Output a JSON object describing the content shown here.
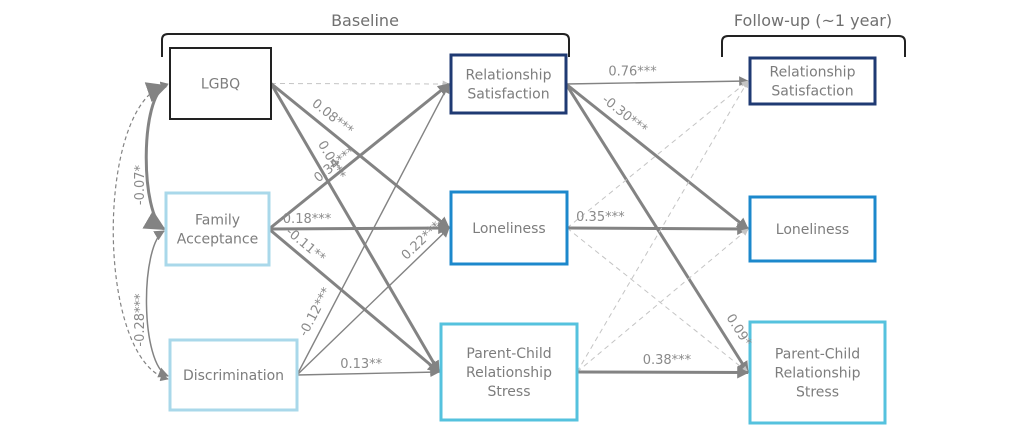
{
  "groups": {
    "baseline": {
      "title": "Baseline"
    },
    "followup": {
      "title": "Follow-up (~1 year)"
    }
  },
  "colors": {
    "lgbq": "#222222",
    "predictor_light_blue": "#a9d8ea",
    "relationship_satisfaction": "#1f3a73",
    "loneliness": "#1c88cc",
    "parent_child_stress": "#55c2de",
    "path_solid": "#838383",
    "path_nonsig": "#c4c4c4"
  },
  "nodes": {
    "lgbq": {
      "label": [
        "LGBQ"
      ]
    },
    "family_acceptance": {
      "label": [
        "Family",
        "Acceptance"
      ]
    },
    "discrimination": {
      "label": [
        "Discrimination"
      ]
    },
    "rs_baseline": {
      "label": [
        "Relationship",
        "Satisfaction"
      ]
    },
    "loneliness_baseline": {
      "label": [
        "Loneliness"
      ]
    },
    "pcrs_baseline": {
      "label": [
        "Parent-Child",
        "Relationship",
        "Stress"
      ]
    },
    "rs_followup": {
      "label": [
        "Relationship",
        "Satisfaction"
      ]
    },
    "loneliness_followup": {
      "label": [
        "Loneliness"
      ]
    },
    "pcrs_followup": {
      "label": [
        "Parent-Child",
        "Relationship",
        "Stress"
      ]
    }
  },
  "paths": [
    {
      "from": "lgbq",
      "to": "rs_baseline",
      "coef": "",
      "significant": false,
      "weight": "thin"
    },
    {
      "from": "lgbq",
      "to": "loneliness_baseline",
      "coef": "0.08***",
      "significant": true,
      "weight": "thick"
    },
    {
      "from": "lgbq",
      "to": "pcrs_baseline",
      "coef": "0.04**",
      "significant": true,
      "weight": "thick"
    },
    {
      "from": "family_acceptance",
      "to": "rs_baseline",
      "coef": "0.34***",
      "significant": true,
      "weight": "thick"
    },
    {
      "from": "family_acceptance",
      "to": "loneliness_baseline",
      "coef": "-0.18***",
      "significant": true,
      "weight": "thick"
    },
    {
      "from": "family_acceptance",
      "to": "pcrs_baseline",
      "coef": "-0.11**",
      "significant": true,
      "weight": "thick"
    },
    {
      "from": "discrimination",
      "to": "rs_baseline",
      "coef": "-0.12***",
      "significant": true,
      "weight": "thin"
    },
    {
      "from": "discrimination",
      "to": "loneliness_baseline",
      "coef": "0.22***",
      "significant": true,
      "weight": "thin"
    },
    {
      "from": "discrimination",
      "to": "pcrs_baseline",
      "coef": "0.13**",
      "significant": true,
      "weight": "thin"
    },
    {
      "from": "rs_baseline",
      "to": "rs_followup",
      "coef": "0.76***",
      "significant": true,
      "weight": "thin"
    },
    {
      "from": "rs_baseline",
      "to": "loneliness_followup",
      "coef": "-0.30***",
      "significant": true,
      "weight": "thick"
    },
    {
      "from": "rs_baseline",
      "to": "pcrs_followup",
      "coef": "0.09*",
      "significant": true,
      "weight": "thick"
    },
    {
      "from": "loneliness_baseline",
      "to": "rs_followup",
      "coef": "",
      "significant": false,
      "weight": "thin"
    },
    {
      "from": "loneliness_baseline",
      "to": "loneliness_followup",
      "coef": "0.35***",
      "significant": true,
      "weight": "thick"
    },
    {
      "from": "loneliness_baseline",
      "to": "pcrs_followup",
      "coef": "",
      "significant": false,
      "weight": "thin"
    },
    {
      "from": "pcrs_baseline",
      "to": "rs_followup",
      "coef": "",
      "significant": false,
      "weight": "thin"
    },
    {
      "from": "pcrs_baseline",
      "to": "loneliness_followup",
      "coef": "",
      "significant": false,
      "weight": "thin"
    },
    {
      "from": "pcrs_baseline",
      "to": "pcrs_followup",
      "coef": "0.38***",
      "significant": true,
      "weight": "thick"
    }
  ],
  "covariances": [
    {
      "a": "lgbq",
      "b": "family_acceptance",
      "coef": "-0.07*",
      "significant": true
    },
    {
      "a": "family_acceptance",
      "b": "discrimination",
      "coef": "-0.28***",
      "significant": true
    },
    {
      "a": "lgbq",
      "b": "discrimination",
      "coef": "",
      "significant": false
    }
  ]
}
